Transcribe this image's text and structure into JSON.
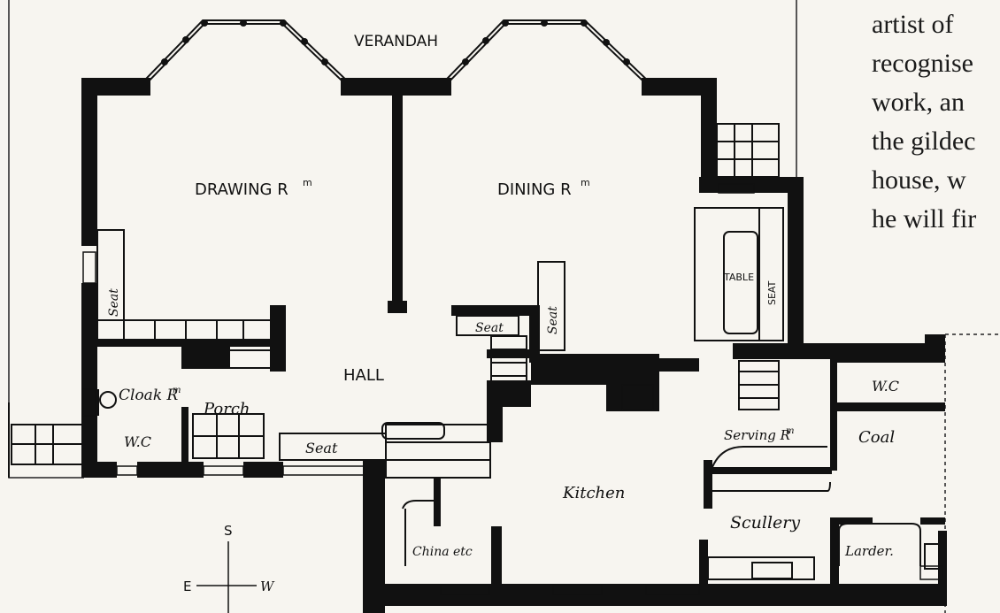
{
  "plan": {
    "rooms": {
      "verandah": "VERANDAH",
      "drawing": "DRAWING R",
      "drawing_sup": "m",
      "dining": "DINING R",
      "dining_sup": "m",
      "hall": "HALL",
      "cloak": "Cloak R",
      "cloak_sup": "m",
      "porch": "Porch",
      "wc_left": "W.C",
      "kitchen": "Kitchen",
      "serving": "Serving R",
      "serving_sup": "m",
      "scullery": "Scullery",
      "china": "China etc",
      "larder": "Larder.",
      "wc_right": "W.C",
      "coal": "Coal"
    },
    "fixtures": {
      "seat_drawing": "Seat",
      "seat_hall_a": "Seat",
      "seat_hall_b": "Seat",
      "seat_porch": "Seat",
      "table": "TABLE",
      "seat_dining": "SEAT"
    },
    "compass": {
      "n": "S",
      "left": "E",
      "right": "W"
    }
  },
  "side_text": [
    "artist of",
    "recognise",
    "work, an",
    "the gildec",
    "house, w",
    "he will fir"
  ]
}
